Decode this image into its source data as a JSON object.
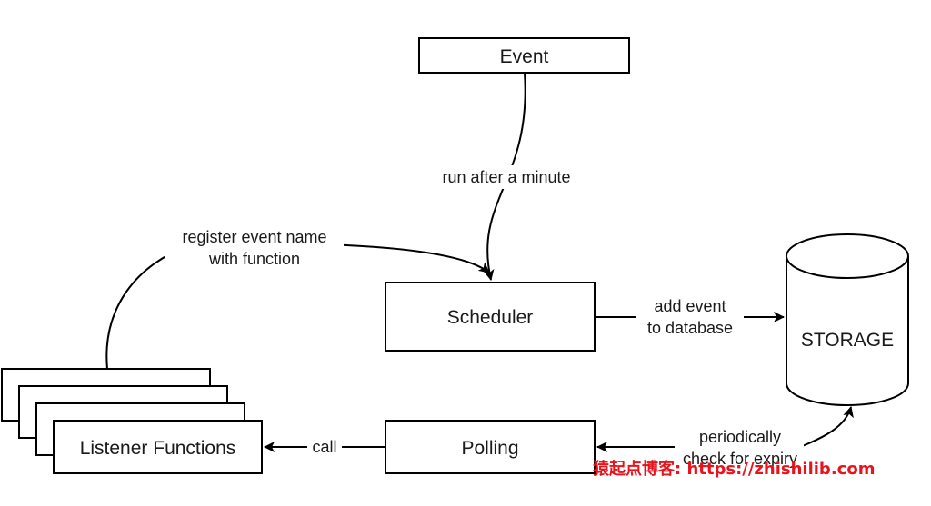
{
  "colors": {
    "stroke": "#000000",
    "fill": "#ffffff",
    "text": "#1a1a1a",
    "watermark": "#e8141d"
  },
  "nodes": {
    "event": "Event",
    "scheduler": "Scheduler",
    "storage": "STORAGE",
    "polling": "Polling",
    "listener": "Listener Functions"
  },
  "edges": {
    "run_after": "run after a minute",
    "register_line1": "register event name",
    "register_line2": "with function",
    "add_event_line1": "add event",
    "add_event_line2": "to database",
    "periodically_line1": "periodically",
    "periodically_line2": "check for expiry",
    "call": "call"
  },
  "watermark": "猿起点博客: https://zhishilib.com"
}
